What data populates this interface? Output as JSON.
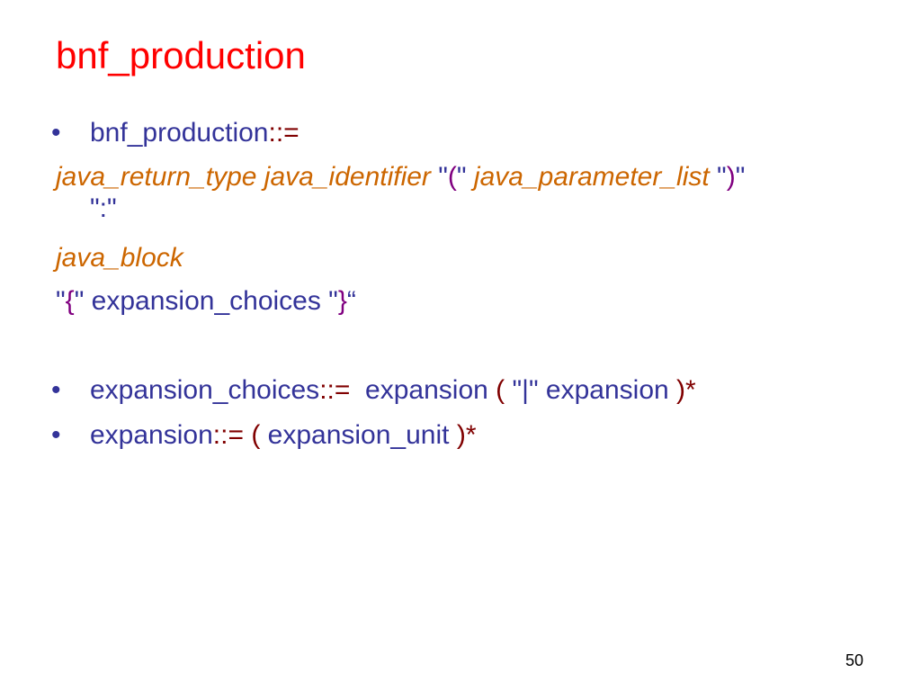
{
  "title": "bnf_production",
  "lines": [
    {
      "bullet": true,
      "segments": [
        [
          "bnf_production",
          "b"
        ],
        [
          "::=",
          "r"
        ]
      ]
    },
    {
      "bullet": false,
      "segments": [
        [
          "java_return_type java_identifier ",
          "o"
        ],
        [
          "\"",
          "b"
        ],
        [
          "(",
          "p"
        ],
        [
          "\" ",
          "b"
        ],
        [
          "java_parameter_list ",
          "o"
        ],
        [
          "\"",
          "b"
        ],
        [
          ")",
          "p"
        ],
        [
          "\"",
          "b"
        ]
      ]
    },
    {
      "bullet": false,
      "segments": [
        [
          "\":\"",
          "b"
        ]
      ]
    },
    {
      "bullet": false,
      "segments": [
        [
          "java_block",
          "o"
        ]
      ]
    },
    {
      "bullet": false,
      "segments": [
        [
          "\"",
          "b"
        ],
        [
          "{",
          "p"
        ],
        [
          "\" expansion_choices \"",
          "b"
        ],
        [
          "}",
          "p"
        ],
        [
          "“",
          "b"
        ]
      ]
    },
    {
      "bullet": true,
      "segments": [
        [
          "expansion_choices",
          "b"
        ],
        [
          "::=",
          "r"
        ],
        [
          "  expansion ",
          "b"
        ],
        [
          "( ",
          "r"
        ],
        [
          "\"|\" expansion ",
          "b"
        ],
        [
          ")*",
          "r"
        ]
      ]
    },
    {
      "bullet": true,
      "segments": [
        [
          "expansion",
          "b"
        ],
        [
          "::=",
          "r"
        ],
        [
          " ",
          "b"
        ],
        [
          "( ",
          "r"
        ],
        [
          "expansion_unit ",
          "b"
        ],
        [
          ")*",
          "r"
        ]
      ]
    }
  ],
  "bullet_char": "•",
  "page_number": "50"
}
